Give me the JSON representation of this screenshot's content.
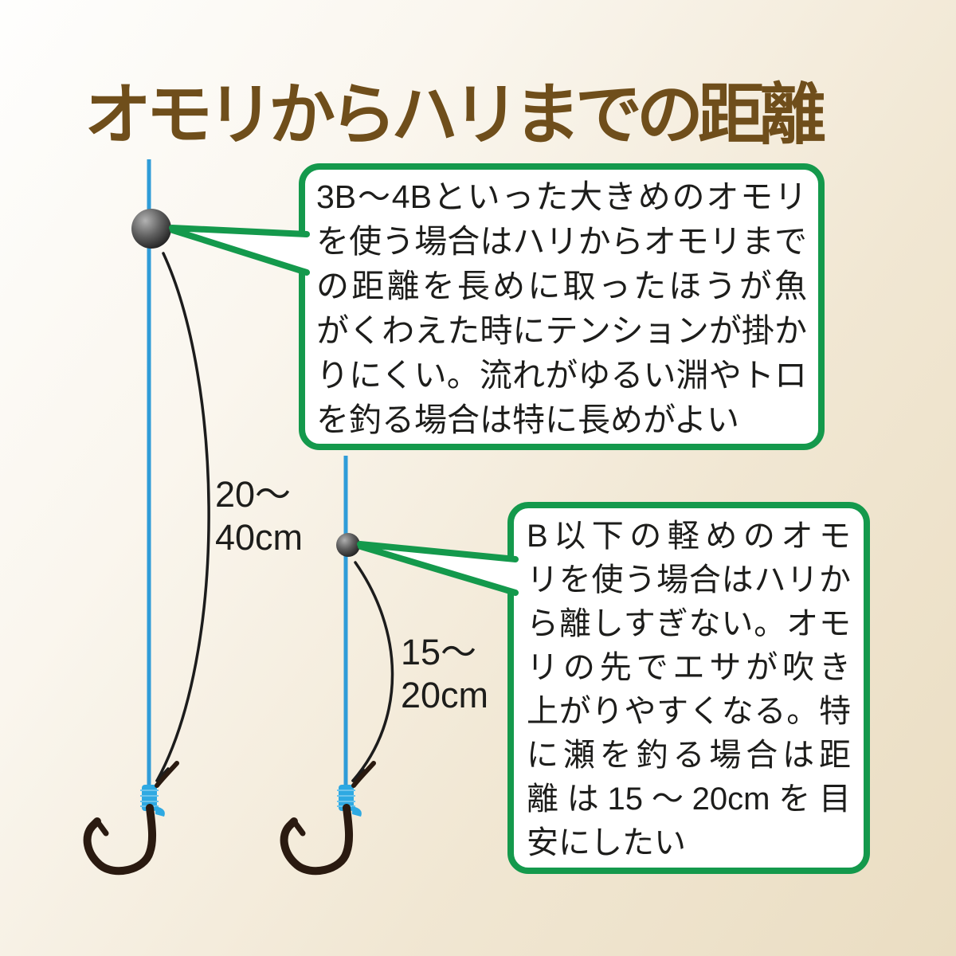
{
  "title": "オモリからハリまでの距離",
  "colors": {
    "accent_green": "#14994c",
    "title_brown": "#6f4e1b",
    "line_blue": "#2f9cd8",
    "knot_blue": "#2ea9e2",
    "text_black": "#1d1d1b",
    "hook_dark_brown": "#2a1a10",
    "background_beige": "#eaddc2",
    "background_light": "#fefefd",
    "callout_background": "#ffffff"
  },
  "measurements": {
    "left": {
      "line1": "20〜",
      "line2": "40cm"
    },
    "right": {
      "line1": "15〜",
      "line2": "20cm"
    }
  },
  "callout1": {
    "lines": [
      "3B〜4Bといった大きめのオモリ",
      "を使う場合はハリからオモリまで",
      "の距離を長めに取ったほうが魚",
      "がくわえた時にテンションが掛か",
      "りにくい。流れがゆるい淵やトロ",
      "を釣る場合は特に長めがよい"
    ]
  },
  "callout2": {
    "lines": [
      "B以下の軽めのオモ",
      "リを使う場合はハリか",
      "ら離しすぎない。オモ",
      "リの先でエサが吹き",
      "上がりやすくなる。特",
      "に瀬を釣る場合は距",
      "離は15〜20cmを目",
      "安にしたい"
    ]
  },
  "icons": {
    "large_sinker": "round-split-shot-sinker",
    "small_sinker": "round-split-shot-sinker-small",
    "hook": "fishing-hook",
    "knot": "line-knot",
    "pointer": "speech-wedge-pointer"
  }
}
